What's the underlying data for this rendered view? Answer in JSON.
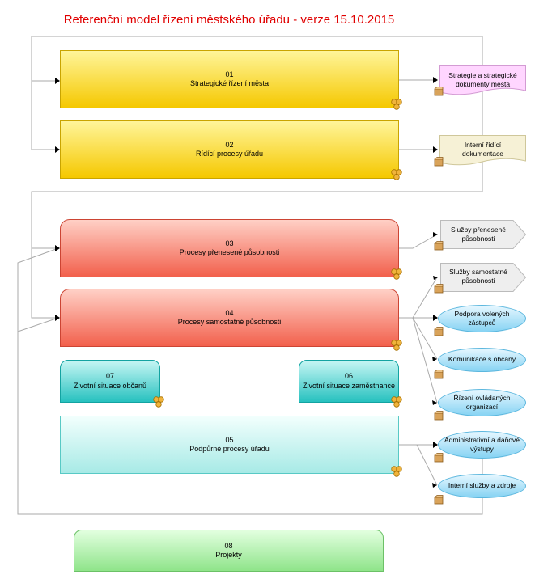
{
  "title": "Referenční model řízení městského úřadu - verze 15.10.2015",
  "processes": {
    "p01": {
      "num": "01",
      "label": "Strategické řízení města"
    },
    "p02": {
      "num": "02",
      "label": "Řídící procesy úřadu"
    },
    "p03": {
      "num": "03",
      "label": "Procesy přenesené působnosti"
    },
    "p04": {
      "num": "04",
      "label": "Procesy samostatné působnosti"
    },
    "p05": {
      "num": "05",
      "label": "Podpůrné procesy úřadu"
    },
    "p06": {
      "num": "06",
      "label": "Životní situace zaměstnance"
    },
    "p07": {
      "num": "07",
      "label": "Životní situace občanů"
    },
    "p08": {
      "num": "08",
      "label": "Projekty"
    }
  },
  "outputs": {
    "strategie": {
      "line1": "Strategie a strategické",
      "line2": "dokumenty města",
      "color": "#ffd6ff"
    },
    "interni_ridici": {
      "line1": "Interní řídící",
      "line2": "dokumentace",
      "color": "#f6f1d6"
    },
    "sluzby_prenesene": {
      "line1": "Služby přenesené",
      "line2": "působnosti"
    },
    "sluzby_samostatne": {
      "line1": "Služby samostatné",
      "line2": "působnosti"
    },
    "podpora": {
      "line1": "Podpora volených",
      "line2": "zástupců"
    },
    "komunikace": {
      "line1": "Komunikace s občany"
    },
    "rizeni_org": {
      "line1": "Řízení ovládaných",
      "line2": "organizací"
    },
    "admin": {
      "line1": "Administrativní a daňové",
      "line2": "výstupy"
    },
    "interni_sluzby": {
      "line1": "Interní služby a zdroje"
    }
  },
  "colors": {
    "title": "#e00000",
    "yellow": "#f5c800",
    "red": "#f2604c",
    "cyan": "#27c1bf",
    "green": "#8fe48a",
    "ellipse": "#86d3f3"
  }
}
